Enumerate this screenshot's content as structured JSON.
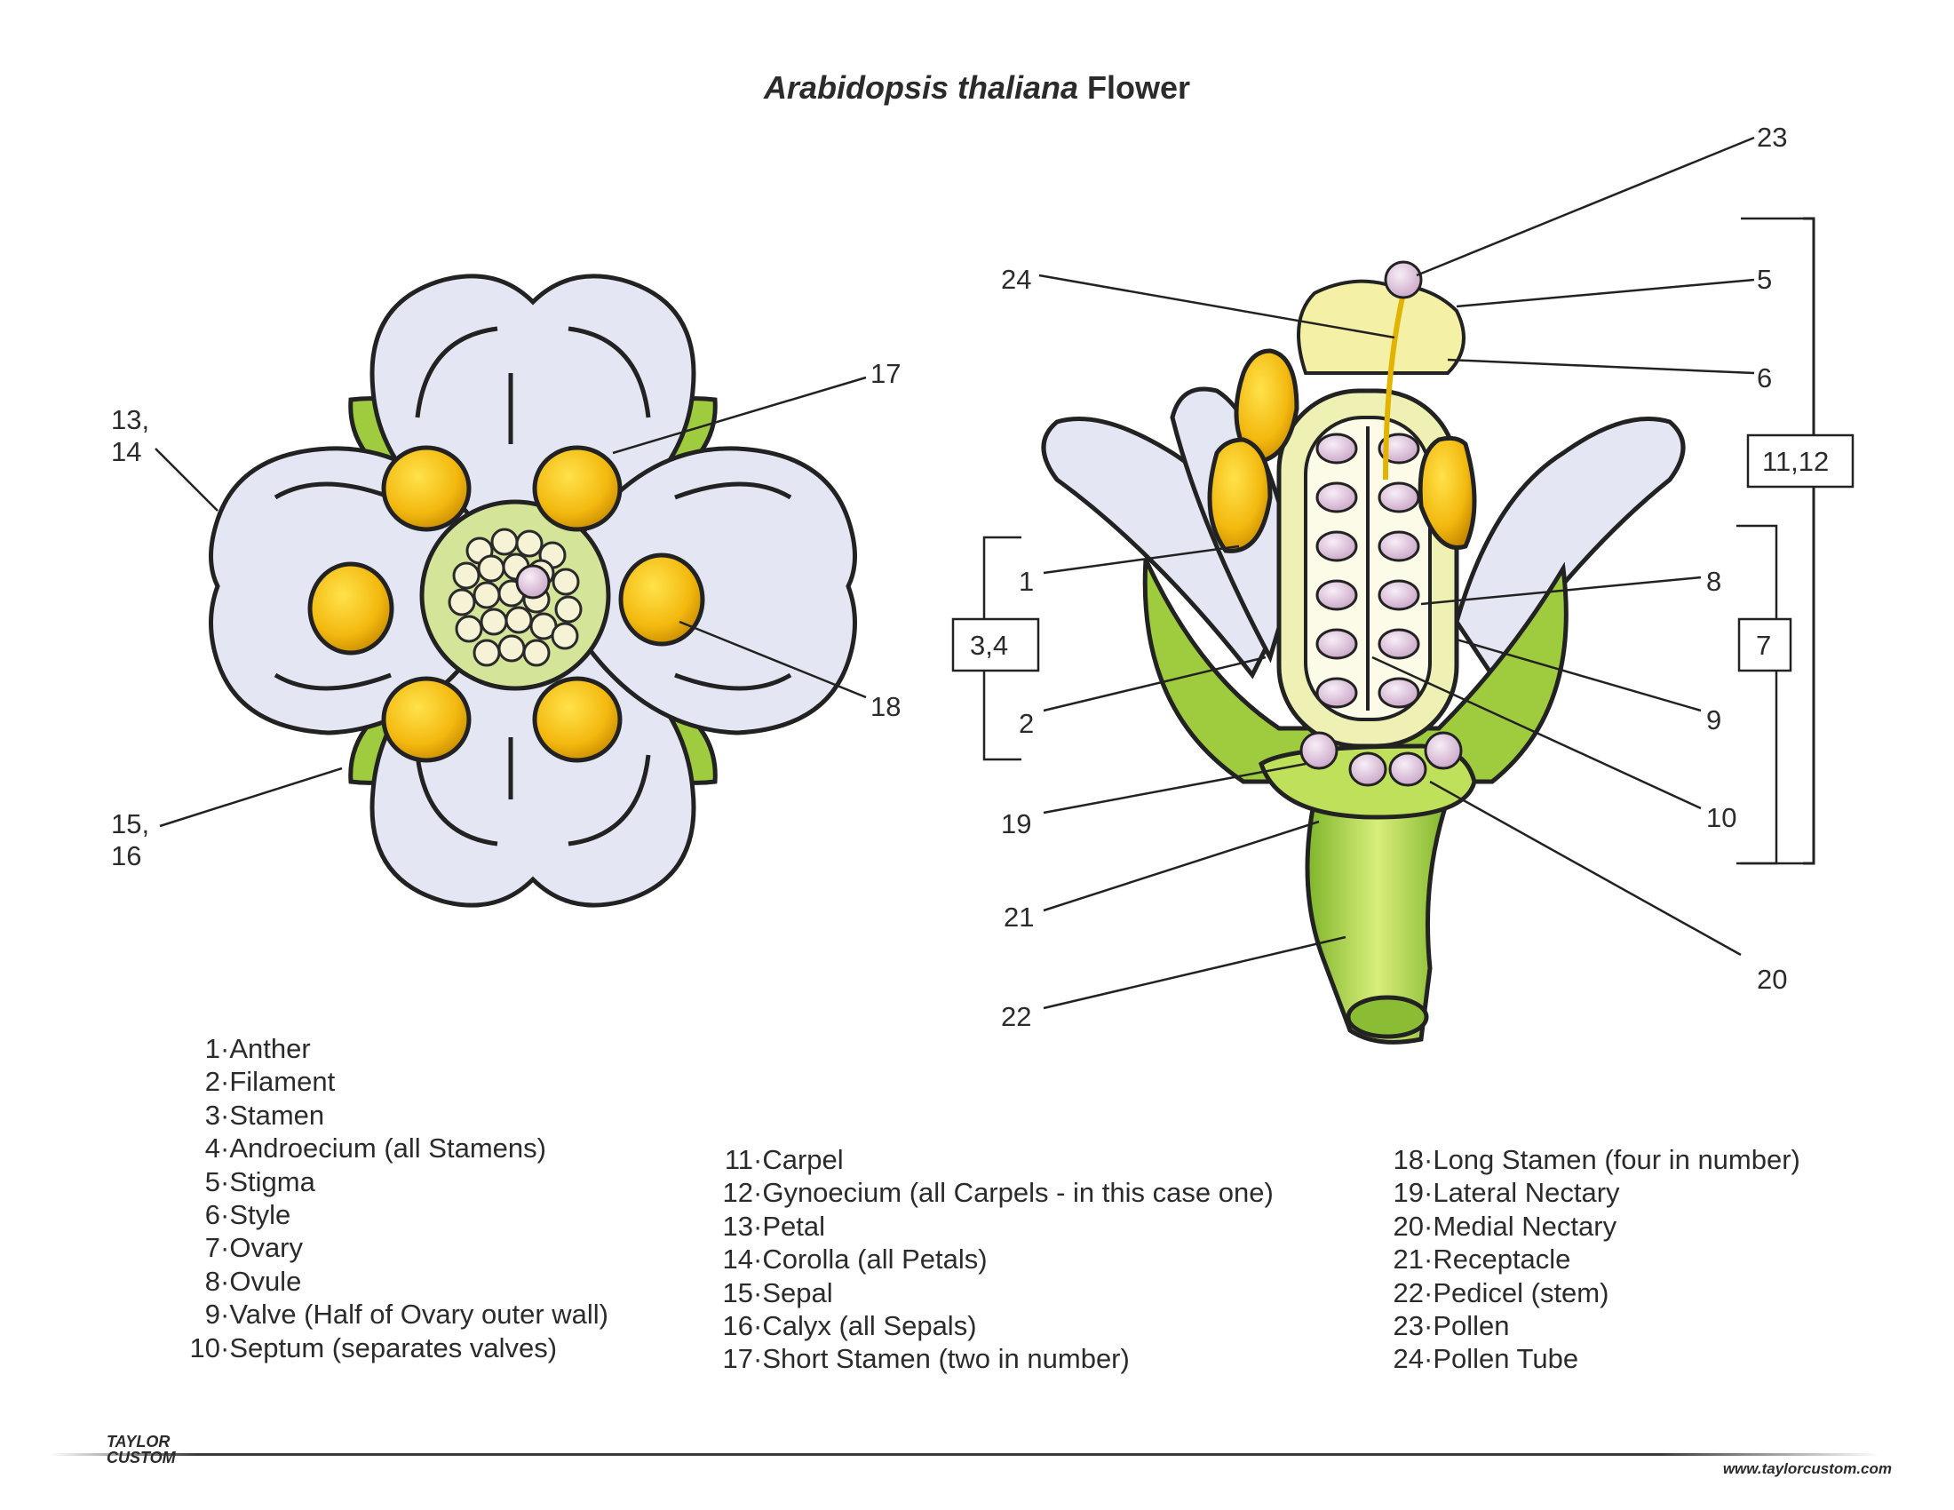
{
  "title": {
    "italic": "Arabidopsis thaliana",
    "plain": "Flower"
  },
  "colors": {
    "petal": "#e4e7f3",
    "sepal": "#a9d04a",
    "anther": "#f4c21a",
    "ovule": "#e3c9e0",
    "pollen_pile": "#f4f1d2",
    "stem": "#9ccc3c"
  },
  "top_view_labels": [
    "13,",
    "14",
    "15,",
    "16",
    "17",
    "18"
  ],
  "side_view_labels": [
    "1",
    "2",
    "3,4",
    "5",
    "6",
    "7",
    "8",
    "9",
    "10",
    "11,12",
    "19",
    "20",
    "21",
    "22",
    "23",
    "24"
  ],
  "legend": {
    "col1": [
      {
        "n": "1",
        "t": "Anther"
      },
      {
        "n": "2",
        "t": "Filament"
      },
      {
        "n": "3",
        "t": "Stamen"
      },
      {
        "n": "4",
        "t": "Androecium (all Stamens)"
      },
      {
        "n": "5",
        "t": "Stigma"
      },
      {
        "n": "6",
        "t": "Style"
      },
      {
        "n": "7",
        "t": "Ovary"
      },
      {
        "n": "8",
        "t": "Ovule"
      },
      {
        "n": "9",
        "t": "Valve (Half of Ovary outer wall)"
      },
      {
        "n": "10",
        "t": "Septum (separates valves)"
      }
    ],
    "col2": [
      {
        "n": "11",
        "t": "Carpel"
      },
      {
        "n": "12",
        "t": "Gynoecium (all Carpels - in this case one)"
      },
      {
        "n": "13",
        "t": "Petal"
      },
      {
        "n": "14",
        "t": "Corolla (all Petals)"
      },
      {
        "n": "15",
        "t": "Sepal"
      },
      {
        "n": "16",
        "t": "Calyx (all Sepals)"
      },
      {
        "n": "17",
        "t": "Short Stamen (two in number)"
      }
    ],
    "col3": [
      {
        "n": "18",
        "t": "Long Stamen (four in number)"
      },
      {
        "n": "19",
        "t": "Lateral Nectary"
      },
      {
        "n": "20",
        "t": "Medial Nectary"
      },
      {
        "n": "21",
        "t": "Receptacle"
      },
      {
        "n": "22",
        "t": "Pedicel (stem)"
      },
      {
        "n": "23",
        "t": "Pollen"
      },
      {
        "n": "24",
        "t": "Pollen Tube"
      }
    ]
  },
  "footer": {
    "logo_line1": "TAYLOR",
    "logo_line2": "CUSTOM",
    "website": "www.taylorcustom.com"
  }
}
